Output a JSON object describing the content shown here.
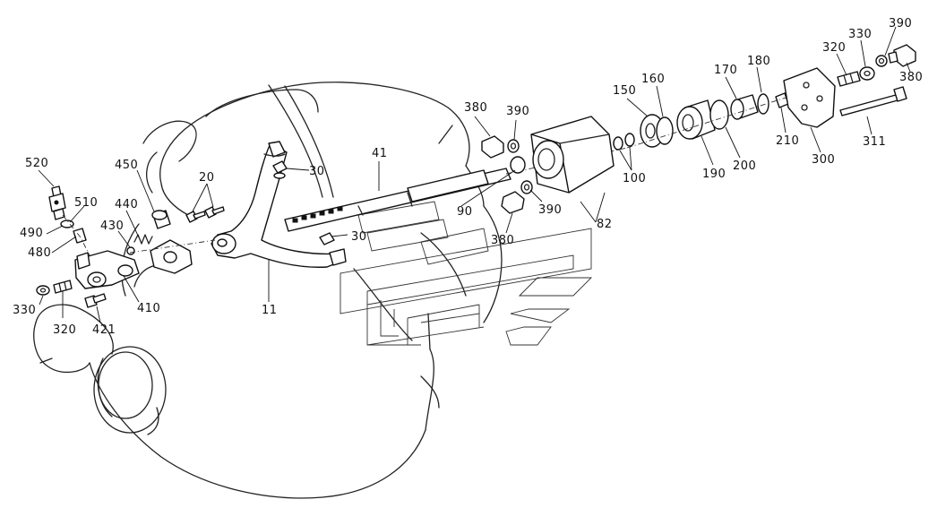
{
  "labels": [
    {
      "id": "520",
      "text": "520"
    },
    {
      "id": "510",
      "text": "510"
    },
    {
      "id": "490",
      "text": "490"
    },
    {
      "id": "480",
      "text": "480"
    },
    {
      "id": "450",
      "text": "450"
    },
    {
      "id": "440",
      "text": "440"
    },
    {
      "id": "430",
      "text": "430"
    },
    {
      "id": "410",
      "text": "410"
    },
    {
      "id": "421",
      "text": "421"
    },
    {
      "id": "330-left",
      "text": "330"
    },
    {
      "id": "320-left",
      "text": "320"
    },
    {
      "id": "20",
      "text": "20"
    },
    {
      "id": "30-top",
      "text": "30"
    },
    {
      "id": "30-bottom",
      "text": "30"
    },
    {
      "id": "11",
      "text": "11"
    },
    {
      "id": "41",
      "text": "41"
    },
    {
      "id": "90",
      "text": "90"
    },
    {
      "id": "380-top",
      "text": "380"
    },
    {
      "id": "390-top",
      "text": "390"
    },
    {
      "id": "390-mid",
      "text": "390"
    },
    {
      "id": "380-mid",
      "text": "380"
    },
    {
      "id": "82",
      "text": "82"
    },
    {
      "id": "100",
      "text": "100"
    },
    {
      "id": "150",
      "text": "150"
    },
    {
      "id": "160",
      "text": "160"
    },
    {
      "id": "170",
      "text": "170"
    },
    {
      "id": "180",
      "text": "180"
    },
    {
      "id": "190",
      "text": "190"
    },
    {
      "id": "200",
      "text": "200"
    },
    {
      "id": "210",
      "text": "210"
    },
    {
      "id": "300",
      "text": "300"
    },
    {
      "id": "311",
      "text": "311"
    },
    {
      "id": "320-right",
      "text": "320"
    },
    {
      "id": "330-right",
      "text": "330"
    },
    {
      "id": "390-right",
      "text": "390"
    },
    {
      "id": "380-right",
      "text": "380"
    }
  ]
}
